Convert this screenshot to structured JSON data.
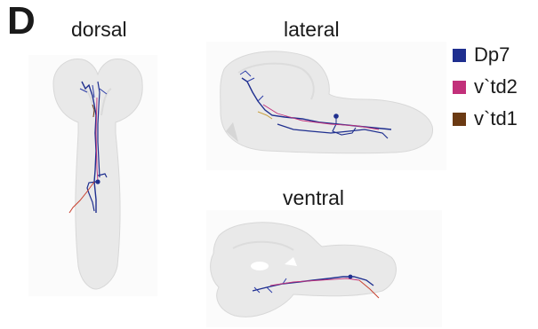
{
  "panel": {
    "letter": "D"
  },
  "views": {
    "dorsal": {
      "label": "dorsal"
    },
    "lateral": {
      "label": "lateral"
    },
    "ventral": {
      "label": "ventral"
    }
  },
  "legend": [
    {
      "label": "Dp7",
      "color": "#1f2f8f"
    },
    {
      "label": "v`td2",
      "color": "#c2307a"
    },
    {
      "label": "v`td1",
      "color": "#6b3a13"
    }
  ]
}
